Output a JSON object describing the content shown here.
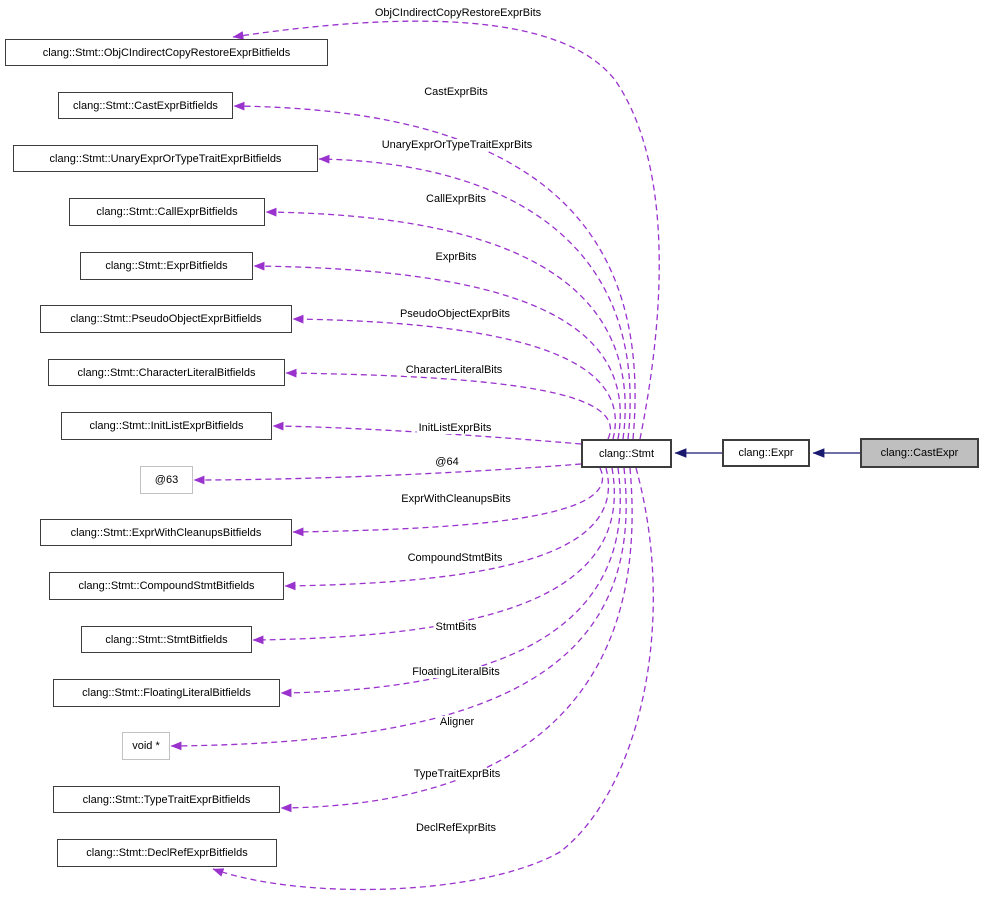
{
  "nodes": [
    {
      "label": "clang::Stmt::ObjCIndirectCopyRestoreExprBitfields",
      "type": "class"
    },
    {
      "label": "clang::Stmt::CastExprBitfields",
      "type": "class"
    },
    {
      "label": "clang::Stmt::UnaryExprOrTypeTraitExprBitfields",
      "type": "class"
    },
    {
      "label": "clang::Stmt::CallExprBitfields",
      "type": "class"
    },
    {
      "label": "clang::Stmt::ExprBitfields",
      "type": "class"
    },
    {
      "label": "clang::Stmt::PseudoObjectExprBitfields",
      "type": "class"
    },
    {
      "label": "clang::Stmt::CharacterLiteralBitfields",
      "type": "class"
    },
    {
      "label": "clang::Stmt::InitListExprBitfields",
      "type": "class"
    },
    {
      "label": "@63",
      "type": "anonymous"
    },
    {
      "label": "clang::Stmt::ExprWithCleanupsBitfields",
      "type": "class"
    },
    {
      "label": "clang::Stmt::CompoundStmtBitfields",
      "type": "class"
    },
    {
      "label": "clang::Stmt::StmtBitfields",
      "type": "class"
    },
    {
      "label": "clang::Stmt::FloatingLiteralBitfields",
      "type": "class"
    },
    {
      "label": "void *",
      "type": "primitive"
    },
    {
      "label": "clang::Stmt::TypeTraitExprBitfields",
      "type": "class"
    },
    {
      "label": "clang::Stmt::DeclRefExprBitfields",
      "type": "class"
    },
    {
      "label": "clang::Stmt",
      "type": "class"
    },
    {
      "label": "clang::Expr",
      "type": "class"
    },
    {
      "label": "clang::CastExpr",
      "type": "selected"
    }
  ],
  "edges": [
    {
      "label": "ObjCIndirectCopyRestoreExprBits"
    },
    {
      "label": "CastExprBits"
    },
    {
      "label": "UnaryExprOrTypeTraitExprBits"
    },
    {
      "label": "CallExprBits"
    },
    {
      "label": "ExprBits"
    },
    {
      "label": "PseudoObjectExprBits"
    },
    {
      "label": "CharacterLiteralBits"
    },
    {
      "label": "InitListExprBits"
    },
    {
      "label": "@64"
    },
    {
      "label": "ExprWithCleanupsBits"
    },
    {
      "label": "CompoundStmtBits"
    },
    {
      "label": "StmtBits"
    },
    {
      "label": "FloatingLiteralBits"
    },
    {
      "label": "Aligner"
    },
    {
      "label": "TypeTraitExprBits"
    },
    {
      "label": "DeclRefExprBits"
    }
  ],
  "colors": {
    "edge-dashed": "#9a32cd",
    "edge-solid": "#191970",
    "node-border": "#3d3d3d",
    "anon-border": "#c2c2c2",
    "selected-fill": "#bfbfbf"
  }
}
